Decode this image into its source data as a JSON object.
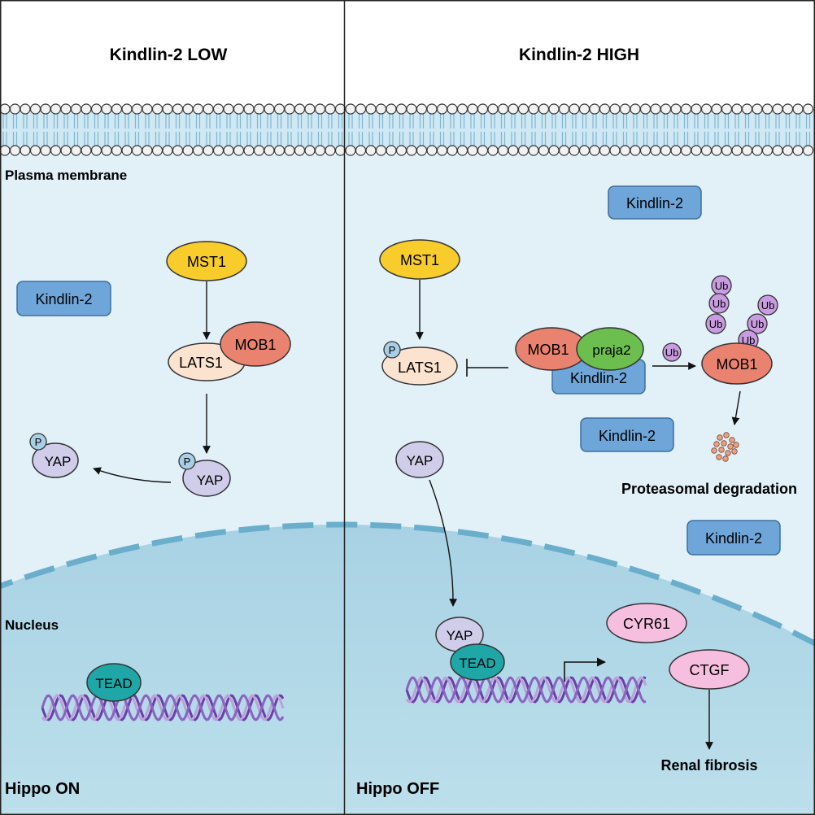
{
  "panels": {
    "left": {
      "title": "Kindlin-2 LOW",
      "plasma_membrane": "Plasma membrane",
      "nucleus": "Nucleus",
      "state": "Hippo ON",
      "kindlin2": "Kindlin-2",
      "mst1": "MST1",
      "lats1": "LATS1",
      "mob1": "MOB1",
      "yap": "YAP",
      "yap_cyto": "YAP",
      "phospho_yap": "P",
      "phospho_yap2": "P",
      "tead": "TEAD"
    },
    "right": {
      "title": "Kindlin-2 HIGH",
      "state": "Hippo OFF",
      "kindlin2_a": "Kindlin-2",
      "kindlin2_b": "Kindlin-2",
      "kindlin2_c": "Kindlin-2",
      "kindlin2_complex": "Kindlin-2",
      "mst1": "MST1",
      "lats1": "LATS1",
      "phospho_lats1": "P",
      "mob1": "MOB1",
      "praja2": "praja2",
      "ub_free": "Ub",
      "ub_chain": [
        "Ub",
        "Ub",
        "Ub",
        "Ub",
        "Ub",
        "Ub"
      ],
      "mob1_ub": "MOB1",
      "degradation": "Proteasomal degradation",
      "yap": "YAP",
      "yap_nuc": "YAP",
      "tead": "TEAD",
      "cyr61": "CYR61",
      "ctgf": "CTGF",
      "outcome": "Renal fibrosis"
    }
  },
  "colors": {
    "cytoplasm": "#e2f0f8",
    "nucleus": "#add5e6",
    "membrane_dash": "#6aaecb",
    "mst1": "#f7cc2b",
    "lats1": "#fce3cf",
    "mob1": "#e9826f",
    "yap": "#cfcdea",
    "phospho": "#a9cfe6",
    "kindlin2": "#6fa6d9",
    "praja2": "#6cbf4e",
    "ub": "#c99be1",
    "tead": "#1fa7a7",
    "cyr61": "#f6bfe0",
    "dna": "#6b3da8"
  }
}
